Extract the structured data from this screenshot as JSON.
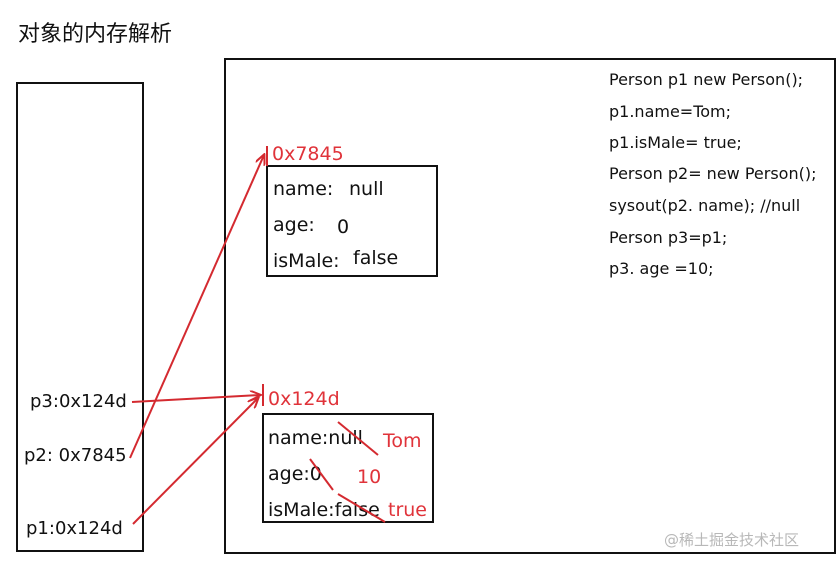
{
  "title": "对象的内存解析",
  "stack_vars": [
    {
      "label": "p3:0x124d"
    },
    {
      "label": "p2: 0x7845"
    },
    {
      "label": "p1:0x124d"
    }
  ],
  "object1": {
    "address": "0x7845",
    "fields": [
      {
        "label": "name:",
        "value": "null"
      },
      {
        "label": "age:",
        "value": "0"
      },
      {
        "label": "isMale:",
        "value": "false"
      }
    ]
  },
  "object2": {
    "address": "0x124d",
    "fields": [
      {
        "label": "name:null",
        "new_value": "Tom"
      },
      {
        "label": "age:0",
        "new_value": "10"
      },
      {
        "label": "isMale:false",
        "new_value": "true"
      }
    ]
  },
  "code_lines": [
    "Person p1 new Person();",
    "p1.name=Tom;",
    "p1.isMale= true;",
    "Person p2= new Person();",
    "sysout(p2. name); //null",
    "Person p3=p1;",
    "p3. age =10;"
  ],
  "watermark": "@稀土掘金技术社区",
  "colors": {
    "arrow": "#d42a30",
    "annotation": "#e0333a",
    "outline": "#111111"
  }
}
